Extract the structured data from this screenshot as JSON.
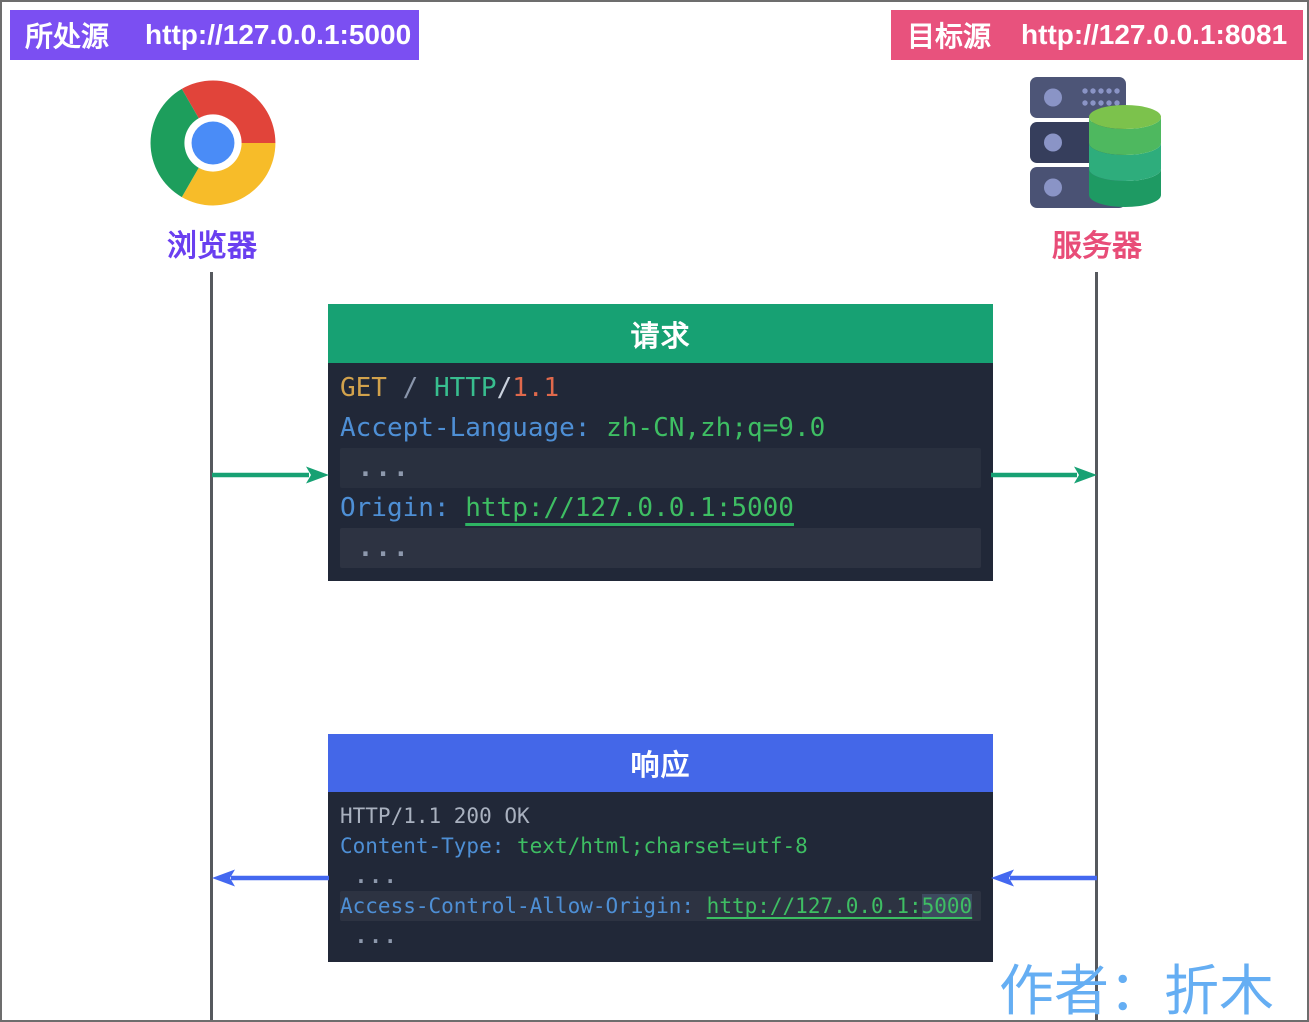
{
  "page": {
    "author": "作者：折木"
  },
  "colors": {
    "origin_badge_bg": "#7b4ff2",
    "target_badge_bg": "#e8527d",
    "browser_label_color": "#6a3ff0",
    "server_label_color": "#e84d78",
    "request_accent_green": "#17a173",
    "response_accent_blue": "#4467e8",
    "code_background": "#212838",
    "code_key_blue": "#4e8fd5",
    "code_value_green": "#3ebe63",
    "method_yellow": "#d2a24c",
    "protocol_teal": "#38be8f",
    "version_orange": "#e0694c",
    "plain_gray": "#a9b1bf",
    "lifeline_gray": "#56595e",
    "author_blue": "#65aef3"
  },
  "origin_badge": {
    "label": "所处源",
    "url": "http://127.0.0.1:5000"
  },
  "target_badge": {
    "label": "目标源",
    "url": "http://127.0.0.1:8081"
  },
  "browser": {
    "label": "浏览器"
  },
  "server": {
    "label": "服务器"
  },
  "request": {
    "title": "请求",
    "request_line": {
      "method": "GET",
      "sep": " / ",
      "protocol": "HTTP",
      "slash": "/",
      "version": "1.1"
    },
    "accept_language": {
      "key": "Accept-Language:",
      "value": " zh-CN,zh;q=9.0"
    },
    "ellipsis1": " ...",
    "origin_header": {
      "key": "Origin:",
      "space": " ",
      "url": "http://127.0.0.1:5000"
    },
    "ellipsis2": " ..."
  },
  "response": {
    "title": "响应",
    "status_line": "HTTP/1.1 200 OK",
    "content_type": {
      "key": "Content-Type:",
      "value": " text/html;charset=utf-8"
    },
    "ellipsis1": " ...",
    "acao": {
      "key": "Access-Control-Allow-Origin:",
      "space": " ",
      "url_prefix": "http://127.0.0.1:",
      "port": "5000"
    },
    "ellipsis2": " ..."
  }
}
